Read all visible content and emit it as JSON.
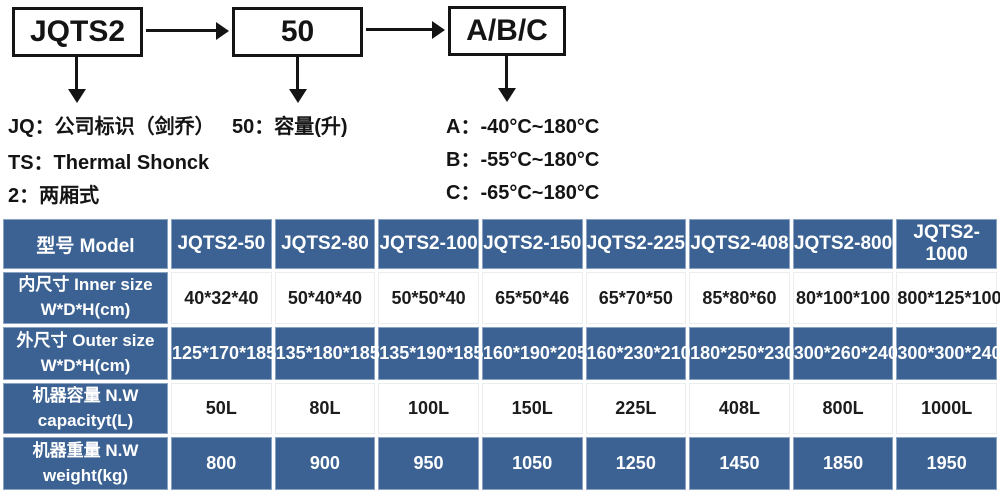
{
  "colors": {
    "table_blue": "#3b6292",
    "cell_border_light_blue": "#8ba4c4",
    "diagram_ink": "#141414",
    "data_text": "#1c1c1c"
  },
  "diagram": {
    "boxes": [
      {
        "label": "JQTS2"
      },
      {
        "label": "50"
      },
      {
        "label": "A/B/C"
      }
    ],
    "left_notes": [
      "JQ：公司标识（剑乔）",
      "TS：Thermal Shonck",
      "2：两厢式"
    ],
    "mid_note": "50：容量(升)",
    "right_notes": [
      "A：-40°C~180°C",
      "B：-55°C~180°C",
      "C：-65°C~180°C"
    ]
  },
  "table": {
    "header": [
      "型号 Model",
      "JQTS2-50",
      "JQTS2-80",
      "JQTS2-100",
      "JQTS2-150",
      "JQTS2-225",
      "JQTS2-408",
      "JQTS2-800",
      "JQTS2-1000"
    ],
    "rows": [
      {
        "label_line1": "内尺寸 Inner size",
        "label_line2": "W*D*H(cm)",
        "values": [
          "40*32*40",
          "50*40*40",
          "50*50*40",
          "65*50*46",
          "65*70*50",
          "85*80*60",
          "80*100*100",
          "800*125*100"
        ]
      },
      {
        "label_line1": "外尺寸 Outer size",
        "label_line2": "W*D*H(cm)",
        "values": [
          "125*170*185",
          "135*180*185",
          "135*190*185",
          "160*190*205",
          "160*230*210",
          "180*250*230",
          "300*260*240",
          "300*300*240"
        ]
      },
      {
        "label_line1": "机器容量 N.W",
        "label_line2": "capacityt(L)",
        "values": [
          "50L",
          "80L",
          "100L",
          "150L",
          "225L",
          "408L",
          "800L",
          "1000L"
        ]
      },
      {
        "label_line1": "机器重量 N.W",
        "label_line2": "weight(kg)",
        "values": [
          "800",
          "900",
          "950",
          "1050",
          "1250",
          "1450",
          "1850",
          "1950"
        ]
      }
    ]
  }
}
